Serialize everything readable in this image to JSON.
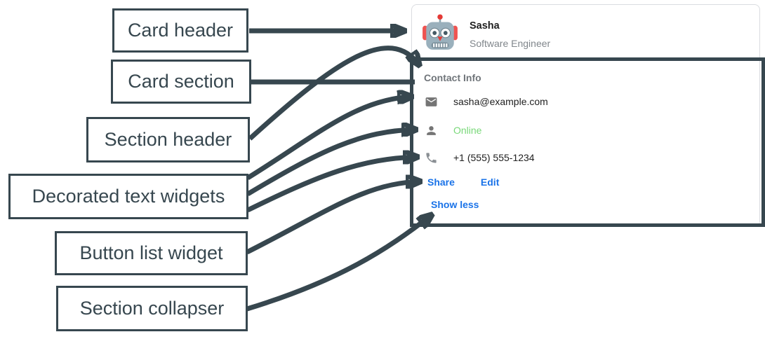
{
  "annotations": {
    "arrow_color": "#37474f",
    "labels": [
      {
        "text": "Card header",
        "target": "card-header"
      },
      {
        "text": "Card section",
        "target": "card-section"
      },
      {
        "text": "Section header",
        "target": "section-header"
      },
      {
        "text": "Decorated text widgets",
        "target": "decorated-text-rows"
      },
      {
        "text": "Button list widget",
        "target": "button-list"
      },
      {
        "text": "Section collapser",
        "target": "section-collapser"
      }
    ]
  },
  "card": {
    "header": {
      "name": "Sasha",
      "subtitle": "Software Engineer",
      "avatar_icon": "robot-avatar"
    },
    "section": {
      "title": "Contact Info",
      "rows": [
        {
          "icon": "email-icon",
          "text": "sasha@example.com",
          "color": "#212121"
        },
        {
          "icon": "person-icon",
          "text": "Online",
          "color": "#78d878"
        },
        {
          "icon": "phone-icon",
          "text": "+1 (555) 555-1234",
          "color": "#212121"
        }
      ],
      "buttons": [
        {
          "label": "Share"
        },
        {
          "label": "Edit"
        }
      ],
      "collapser": {
        "label": "Show less"
      }
    }
  },
  "colors": {
    "annotation_slate": "#37474f",
    "link_blue": "#1a73e8",
    "online_green": "#78d878",
    "card_border_gray": "#dadce0",
    "text_primary": "#212121",
    "text_secondary": "#80868b",
    "icon_gray": "#757575"
  }
}
